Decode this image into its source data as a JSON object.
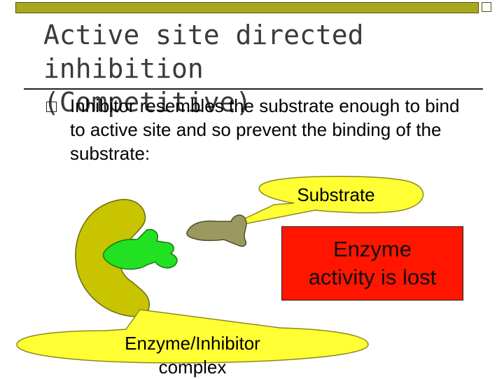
{
  "slide": {
    "title_line1": "Active site directed inhibition",
    "title_line2": "(Competitive)",
    "bullet": "Inhibitor resembles the substrate enough to bind to active site and so prevent the binding of the substrate:"
  },
  "diagram": {
    "substrate_label": "Substrate",
    "result_line1": "Enzyme",
    "result_line2": "activity is lost",
    "complex_line1": "Enzyme/Inhibitor",
    "complex_line2": "complex"
  },
  "colors": {
    "accent_bar": "#a8a820",
    "enzyme": "#c8c400",
    "inhibitor": "#22e022",
    "substrate": "#9a9a60",
    "callout": "#ffff33",
    "result_box": "#ff1500"
  }
}
